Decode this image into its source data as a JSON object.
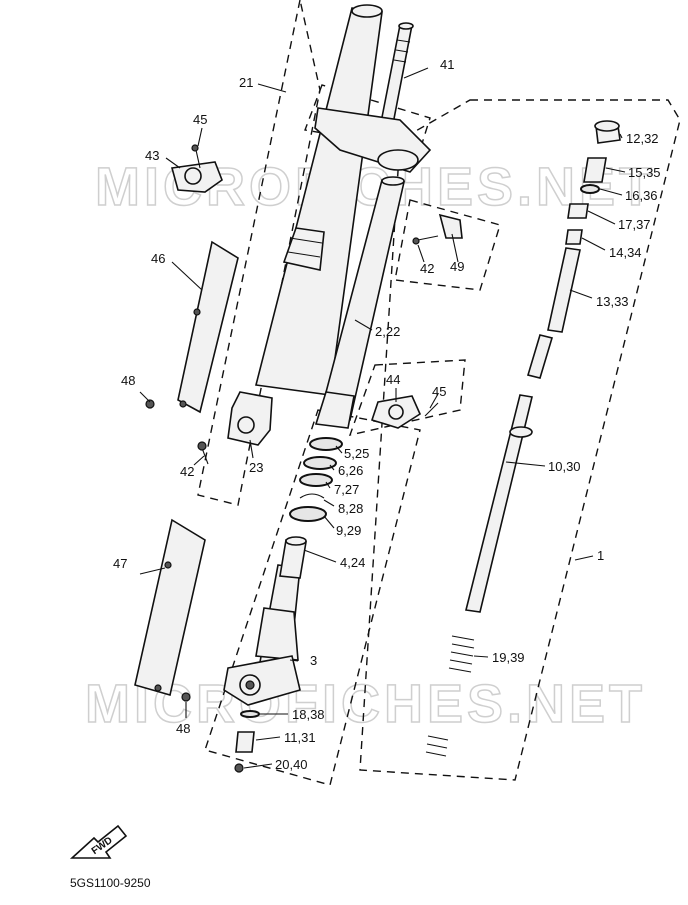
{
  "diagram": {
    "part_code": "5GS1100-9250",
    "fwd_label": "FWD",
    "watermark": "MICROFICHES.NET",
    "callouts": {
      "c1": "1",
      "c2": "2,22",
      "c3": "3",
      "c4": "4,24",
      "c5": "5,25",
      "c6": "6,26",
      "c7": "7,27",
      "c8": "8,28",
      "c9": "9,29",
      "c10": "10,30",
      "c11": "11,31",
      "c12": "12,32",
      "c13": "13,33",
      "c14": "14,34",
      "c15": "15,35",
      "c16": "16,36",
      "c17": "17,37",
      "c18": "18,38",
      "c19": "19,39",
      "c20": "20,40",
      "c21": "21",
      "c23": "23",
      "c41": "41",
      "c42a": "42",
      "c42b": "42",
      "c43": "43",
      "c44": "44",
      "c45a": "45",
      "c45b": "45",
      "c46": "46",
      "c47": "47",
      "c48a": "48",
      "c48b": "48",
      "c49": "49"
    }
  }
}
